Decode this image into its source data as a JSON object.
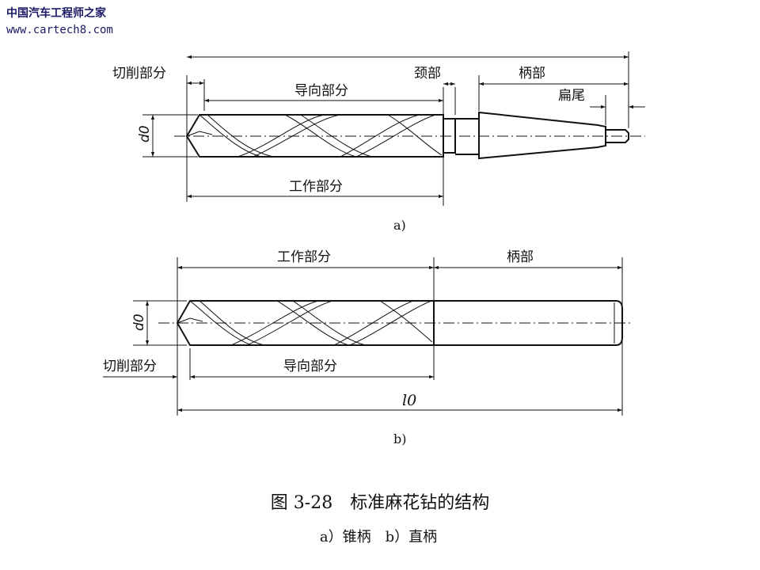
{
  "watermark": {
    "site_name": "中国汽车工程师之家",
    "url": "www.cartech8.com"
  },
  "figure_a": {
    "cutting_part": "切削部分",
    "guide_part": "导向部分",
    "neck": "颈部",
    "shank": "柄部",
    "tang": "扁尾",
    "diameter": "d0",
    "working_part": "工作部分",
    "sublabel": "a)"
  },
  "figure_b": {
    "working_part": "工作部分",
    "shank": "柄部",
    "diameter": "d0",
    "cutting_part": "切削部分",
    "guide_part": "导向部分",
    "length": "l0",
    "sublabel": "b)"
  },
  "caption": {
    "title": "图 3-28　标准麻花钻的结构",
    "subtitle": "a）锥柄　b）直柄"
  }
}
